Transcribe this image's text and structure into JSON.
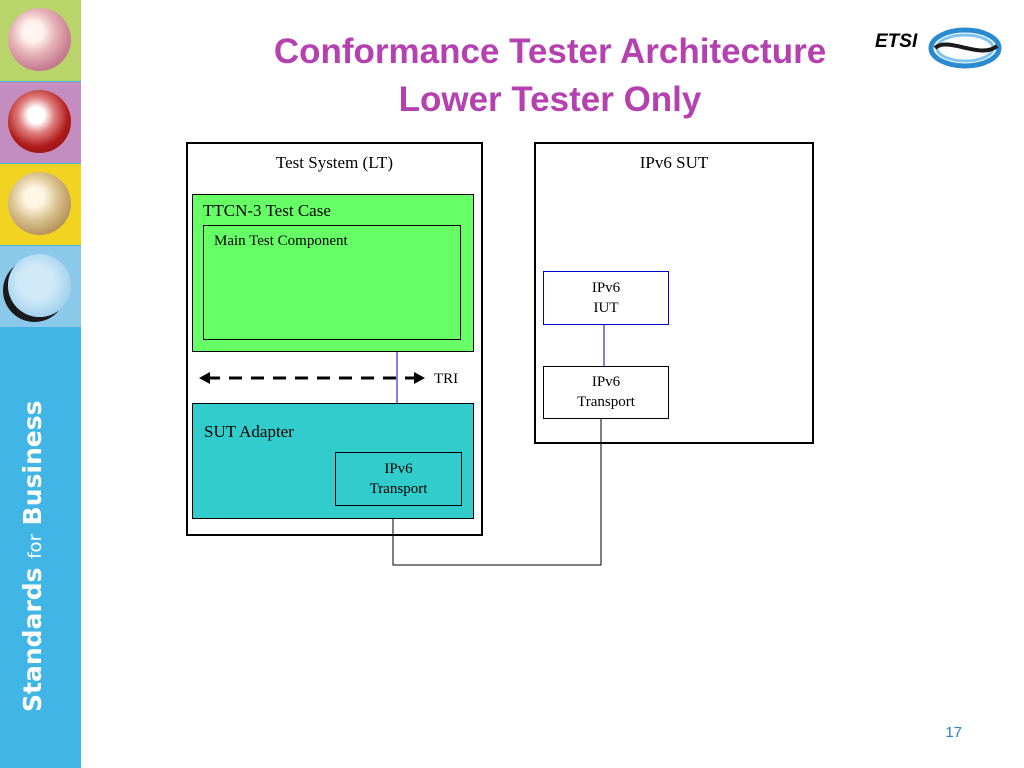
{
  "slide": {
    "title_line1": "Conformance Tester Architecture",
    "title_line2": "Lower Tester Only",
    "page_number": "17",
    "logo_text": "ETSI"
  },
  "sidebar": {
    "tagline_part1": "Standards",
    "tagline_part2": "for",
    "tagline_part3": "Business"
  },
  "diagram": {
    "test_system_label": "Test System (LT)",
    "ttcn3_label": "TTCN-3 Test Case",
    "mtc_label": "Main Test Component",
    "tri_label": "TRI",
    "sut_adapter_label": "SUT Adapter",
    "adapter_transport_line1": "IPv6",
    "adapter_transport_line2": "Transport",
    "sut_label": "IPv6 SUT",
    "iut_line1": "IPv6",
    "iut_line2": "IUT",
    "sut_transport_line1": "IPv6",
    "sut_transport_line2": "Transport"
  },
  "colors": {
    "title": "#b541b0",
    "ttcn3_fill": "#66ff66",
    "sut_adapter_fill": "#33cccc",
    "sidebar": "#41b6e6",
    "connector_blue": "#0000cc",
    "page_number": "#2d7fc7"
  }
}
